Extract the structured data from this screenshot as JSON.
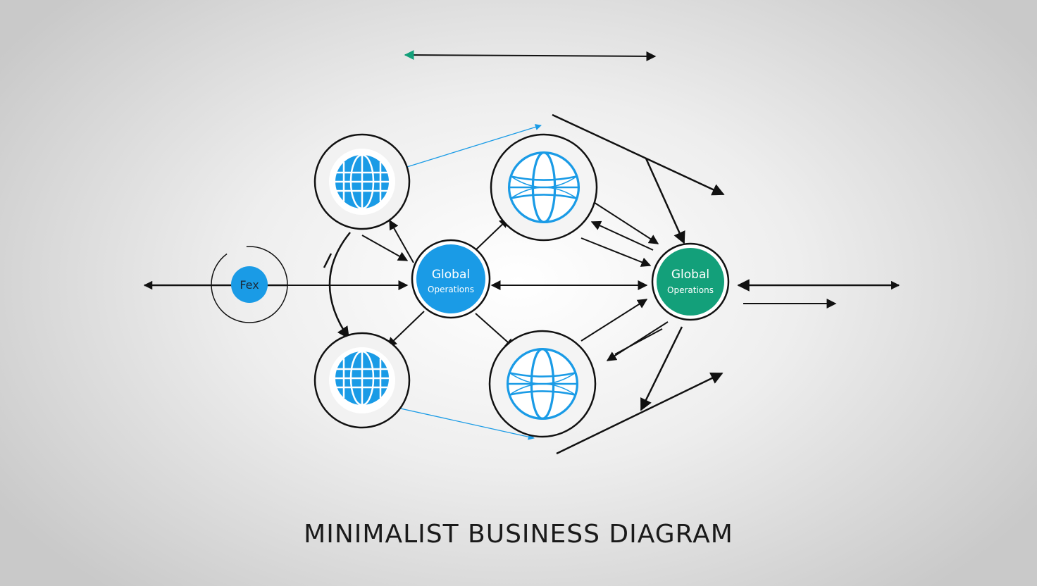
{
  "nodes": {
    "fex": {
      "label": "Fex",
      "color": "#1a9be6"
    },
    "hub_left": {
      "line1": "Global",
      "line2": "Operations",
      "color": "#1a9be6"
    },
    "hub_right": {
      "line1": "Global",
      "line2": "Operations",
      "color": "#13a07a"
    }
  },
  "caption": "MINIMALIST BUSINESS DIAGRAM",
  "icons": [
    "globe-icon",
    "globe-icon",
    "globe-icon",
    "globe-icon"
  ],
  "colors": {
    "stroke": "#111111",
    "accent_blue": "#1a9be6",
    "accent_green": "#13a07a"
  }
}
